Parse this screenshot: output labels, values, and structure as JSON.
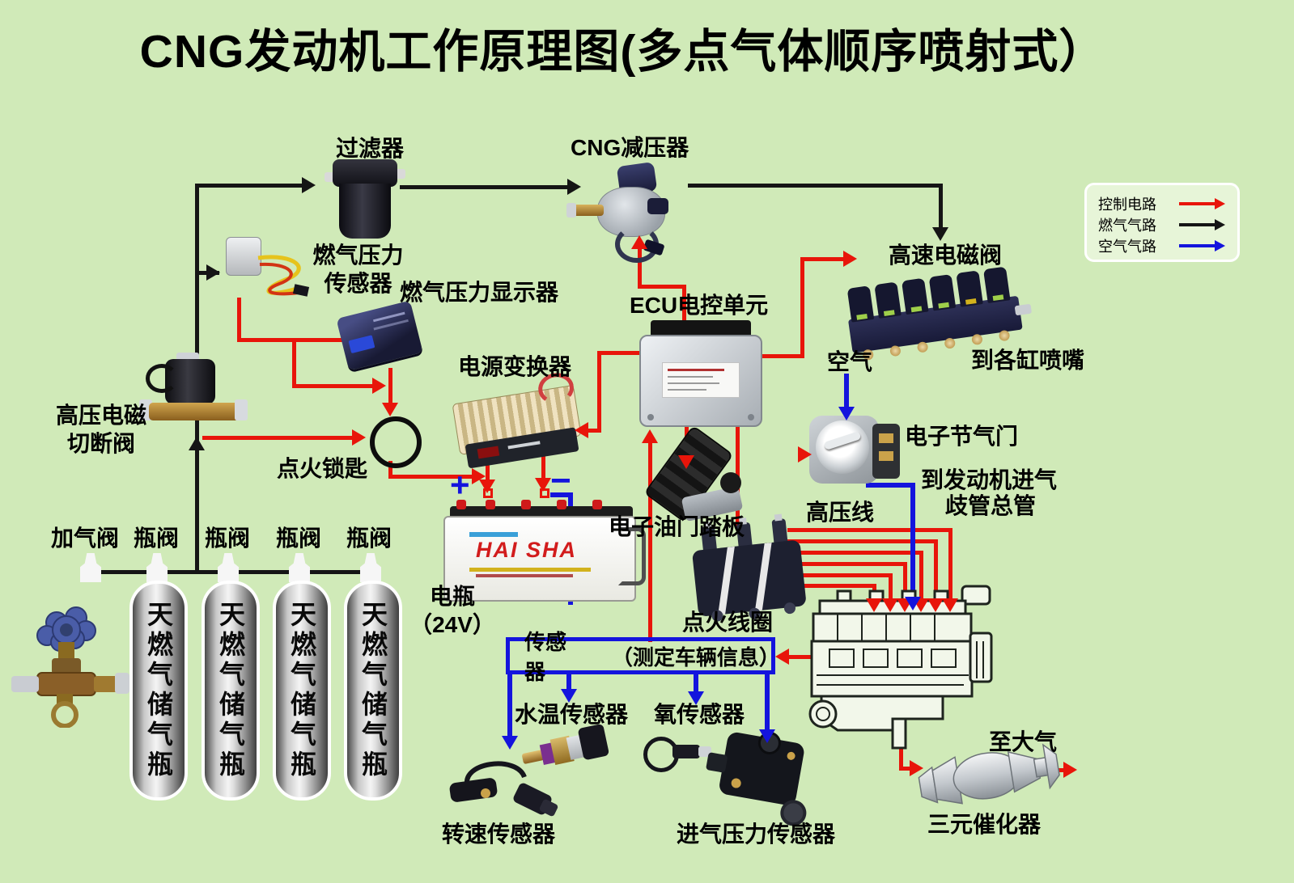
{
  "title": "CNG发动机工作原理图(多点气体顺序喷射式）",
  "legend": {
    "items": [
      {
        "label": "控制电路",
        "color": "#e8150a",
        "icon": "red-arrow"
      },
      {
        "label": "燃气气路",
        "color": "#151515",
        "icon": "black-arrow"
      },
      {
        "label": "空气气路",
        "color": "#1414dd",
        "icon": "blue-arrow"
      }
    ]
  },
  "colors": {
    "background": "#d0eab8",
    "control_line": "#e8150a",
    "gas_line": "#151515",
    "air_line": "#1414dd"
  },
  "labels": {
    "filter": "过滤器",
    "reducer": "CNG减压器",
    "gas_pressure_sensor_l1": "燃气压力",
    "gas_pressure_sensor_l2": "传感器",
    "gas_pressure_display": "燃气压力显示器",
    "ecu": "ECU电控单元",
    "high_speed_valve": "高速电磁阀",
    "to_nozzles": "到各缸喷嘴",
    "air": "空气",
    "throttle": "电子节气门",
    "power_converter": "电源变换器",
    "cutoff_l1": "高压电磁",
    "cutoff_l2": "切断阀",
    "ignition_key": "点火锁匙",
    "fill_valve": "加气阀",
    "bottle_valve": "瓶阀",
    "cylinder": "天燃气储气瓶",
    "battery_name": "电瓶",
    "battery_voltage": "（24V）",
    "battery_brand": "HAI SHA",
    "plus": "+",
    "minus": "−",
    "pedal": "电子油门踏板",
    "hv_line": "高压线",
    "to_manifold_l1": "到发动机进气",
    "to_manifold_l2": "歧管总管",
    "ignition_coil": "点火线圈",
    "sensor_box": "传感器",
    "sensor_box_note": "（测定车辆信息）",
    "water_temp_sensor": "水温传感器",
    "oxygen_sensor": "氧传感器",
    "speed_sensor": "转速传感器",
    "map_sensor": "进气压力传感器",
    "to_atmosphere": "至大气",
    "catalyst": "三元催化器"
  }
}
